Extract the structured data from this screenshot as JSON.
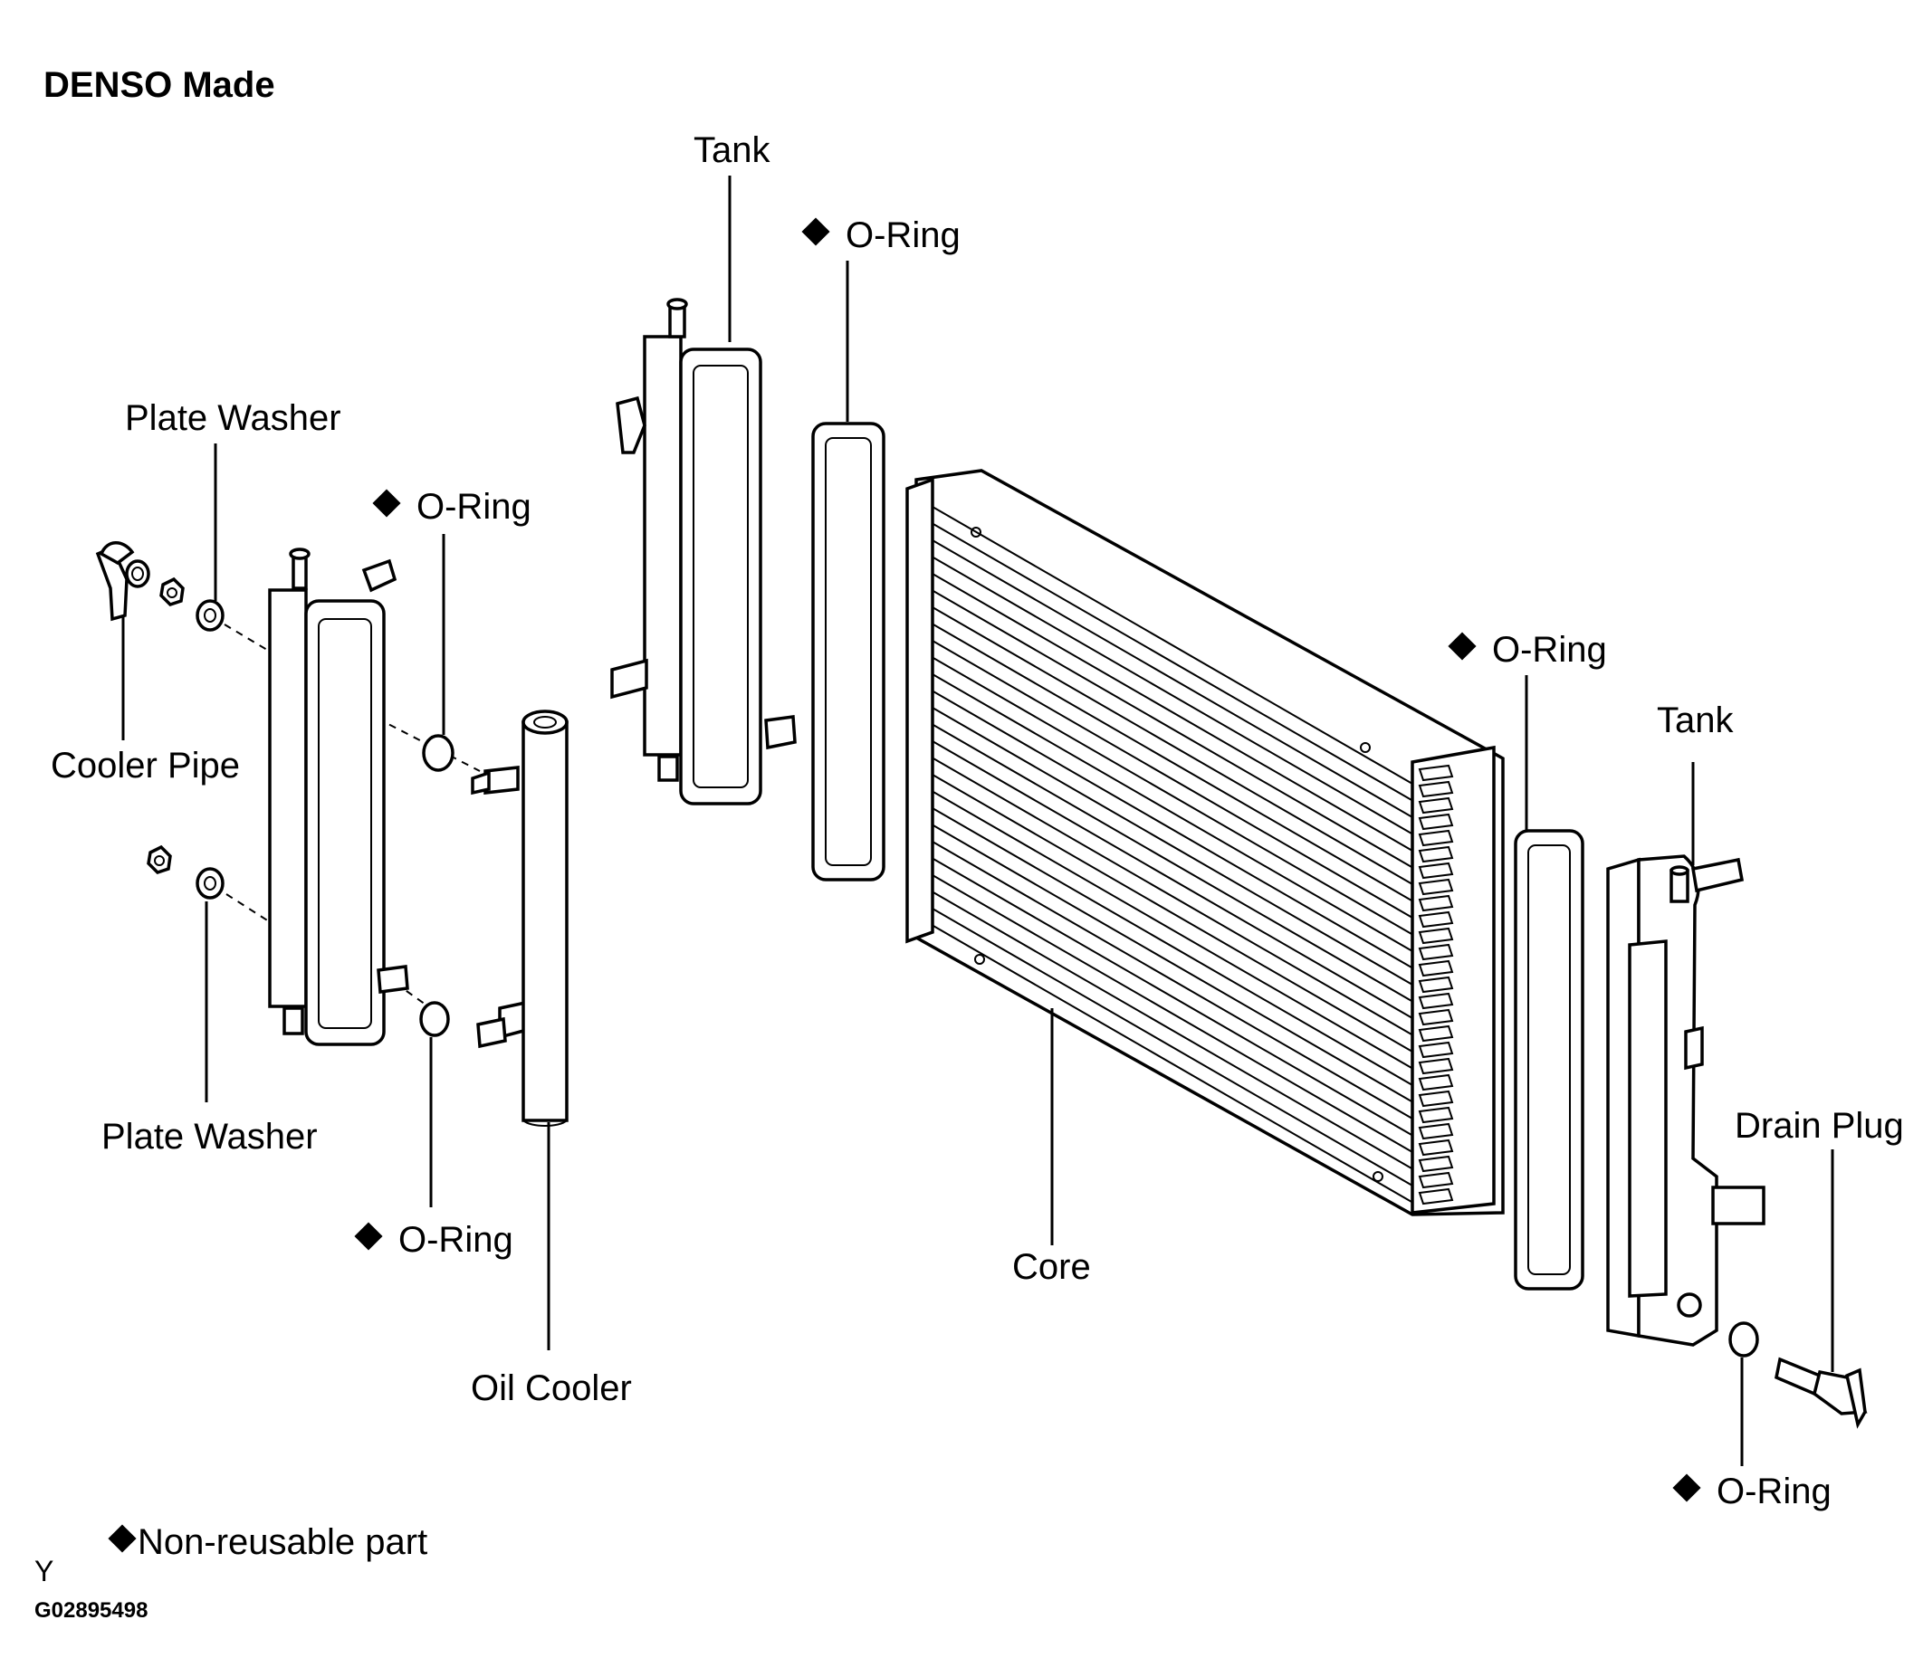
{
  "title": "DENSO Made",
  "labels": {
    "tank_top": "Tank",
    "oring_top": "O-Ring",
    "plate_washer_top": "Plate Washer",
    "oring_mid_left": "O-Ring",
    "cooler_pipe": "Cooler Pipe",
    "plate_washer_bottom": "Plate Washer",
    "oring_bottom_left": "O-Ring",
    "oil_cooler": "Oil Cooler",
    "core": "Core",
    "oring_right": "O-Ring",
    "tank_right": "Tank",
    "drain_plug": "Drain Plug",
    "oring_bottom_right": "O-Ring"
  },
  "legend": {
    "symbol": "diamond-icon",
    "text": "Non-reusable  part"
  },
  "footer": {
    "letter": "Y",
    "code": "G02895498"
  }
}
